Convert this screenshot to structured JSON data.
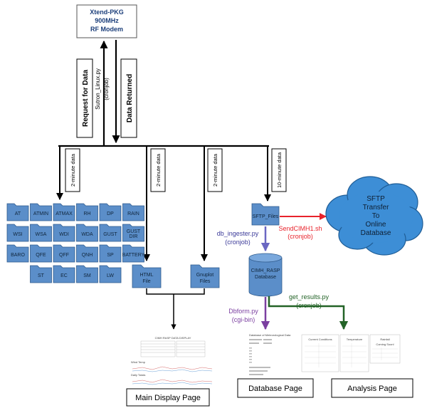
{
  "modem": {
    "lines": [
      "Xtend-PKG",
      "900MHz",
      "RF Modem"
    ]
  },
  "links": {
    "request": "Request  for Data",
    "returned": "Data  Returned",
    "script_line1": "Sutron_Linux.py",
    "script_line2": "(cronjob)"
  },
  "branch_labels": [
    "2-minute data",
    "2-minute data",
    "2-minute data",
    "10-minute data"
  ],
  "sensors": [
    [
      "AT",
      "ATMIN",
      "ATMAX",
      "RH",
      "DP",
      "RAIN"
    ],
    [
      "WSI",
      "WSA",
      "WDI",
      "WDA",
      "GUST",
      "GUST DIR"
    ],
    [
      "BARO",
      "QFE",
      "QFF",
      "QNH",
      "SP",
      "BATTERY"
    ],
    [
      "ST",
      "EC",
      "SM",
      "LW"
    ]
  ],
  "folders": {
    "html": [
      "HTML",
      "File"
    ],
    "gnuplot": [
      "Gnuplot",
      "Files"
    ],
    "sftp": "SFTP_Files"
  },
  "cloud": {
    "lines": [
      "SFTP",
      "Transfer",
      "To",
      "Online",
      "Database"
    ]
  },
  "send_label": [
    "SendCIMH1.sh",
    "(cronjob)"
  ],
  "ingester": [
    "db_ingester.py",
    "(cronjob)"
  ],
  "database": [
    "CIMH_RASP",
    "Database"
  ],
  "dbform": [
    "Dbform.py",
    "(cgi-bin)"
  ],
  "get_results": [
    "get_results.py",
    "(cronjob)"
  ],
  "pages": {
    "main": "Main Display Page",
    "database": "Database Page",
    "analysis": "Analysis Page"
  },
  "thumbs": {
    "main_title": "CIMH RASP DATA DISPLAY",
    "main_sub1": "Wind Temp",
    "main_sub2": "Daily Totals",
    "db_title": "Database of Meteorological Data",
    "an_card1": "Current Conditions",
    "an_card2": "Temperature",
    "an_card3": "Rainfall",
    "an_card3_sub": "Coming Soon!"
  },
  "colors": {
    "folder_fill": "#5b8ec9",
    "folder_stroke": "#2f5b8d",
    "cloud_fill": "#3d8ed6",
    "ingester_arrow": "#6a67c2",
    "dbform_arrow": "#7b3fa0",
    "getresults_arrow": "#236327",
    "send_arrow": "#e8222b",
    "modem_text": "#1b3e7a"
  }
}
